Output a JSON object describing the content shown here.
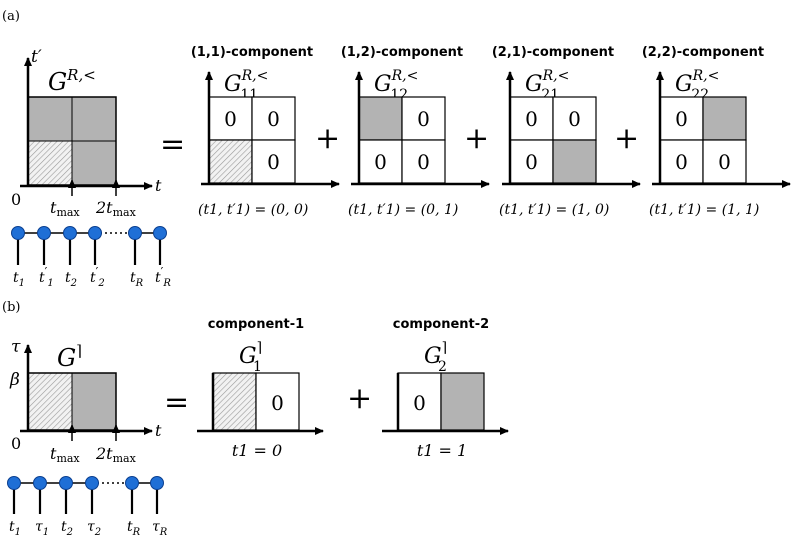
{
  "colors": {
    "gray": "#b3b3b3",
    "hatch": "#999999",
    "bead": "#1f6fd6",
    "line": "#000000"
  },
  "panel_a": {
    "label": "(a)",
    "lhs": {
      "symbol": "G",
      "superscript": "R,<",
      "axis_y": "t′",
      "axis_x": "t",
      "origin": "0",
      "tick1": "t",
      "tick1_sub": "max",
      "tick2": "2t",
      "tick2_sub": "max"
    },
    "equals": "=",
    "plus": "+",
    "components": [
      {
        "header": "(1,1)-component",
        "symbol": "G",
        "superscript": "R,<",
        "subscript": "11",
        "cells": [
          "0",
          "0",
          "",
          "0"
        ],
        "shade": [
          "",
          "",
          "hatch",
          ""
        ],
        "caption": "(t1, t′1) = (0, 0)"
      },
      {
        "header": "(1,2)-component",
        "symbol": "G",
        "superscript": "R,<",
        "subscript": "12",
        "cells": [
          "",
          "0",
          "0",
          "0"
        ],
        "shade": [
          "gray",
          "",
          "",
          ""
        ],
        "caption": "(t1, t′1) = (0, 1)"
      },
      {
        "header": "(2,1)-component",
        "symbol": "G",
        "superscript": "R,<",
        "subscript": "21",
        "cells": [
          "0",
          "0",
          "0",
          ""
        ],
        "shade": [
          "",
          "",
          "",
          "gray"
        ],
        "caption": "(t1, t′1) = (1, 0)"
      },
      {
        "header": "(2,2)-component",
        "symbol": "G",
        "superscript": "R,<",
        "subscript": "22",
        "cells": [
          "0",
          "",
          "0",
          "0"
        ],
        "shade": [
          "",
          "gray",
          "",
          ""
        ],
        "caption": "(t1, t′1) = (1, 1)"
      }
    ],
    "chain_labels": [
      {
        "b": "t",
        "s": "1",
        "p": false
      },
      {
        "b": "t",
        "s": "1",
        "p": true
      },
      {
        "b": "t",
        "s": "2",
        "p": false
      },
      {
        "b": "t",
        "s": "2",
        "p": true
      },
      {
        "b": "t",
        "s": "R",
        "p": false
      },
      {
        "b": "t",
        "s": "R",
        "p": true
      }
    ]
  },
  "panel_b": {
    "label": "(b)",
    "lhs": {
      "symbol": "G",
      "superscript": "⌉",
      "axis_y": "τ",
      "axis_x": "t",
      "beta": "β",
      "origin": "0",
      "tick1": "t",
      "tick1_sub": "max",
      "tick2": "2t",
      "tick2_sub": "max"
    },
    "equals": "=",
    "plus": "+",
    "components": [
      {
        "header": "component-1",
        "symbol": "G",
        "superscript": "⌉",
        "subscript": "1",
        "cells": [
          "",
          "0"
        ],
        "shade": [
          "hatch",
          ""
        ],
        "caption": "t1 = 0"
      },
      {
        "header": "component-2",
        "symbol": "G",
        "superscript": "⌉",
        "subscript": "2",
        "cells": [
          "0",
          ""
        ],
        "shade": [
          "",
          "gray"
        ],
        "caption": "t1 = 1"
      }
    ],
    "chain_labels": [
      {
        "b": "t",
        "s": "1"
      },
      {
        "b": "τ",
        "s": "1"
      },
      {
        "b": "t",
        "s": "2"
      },
      {
        "b": "τ",
        "s": "2"
      },
      {
        "b": "t",
        "s": "R"
      },
      {
        "b": "τ",
        "s": "R"
      }
    ]
  }
}
